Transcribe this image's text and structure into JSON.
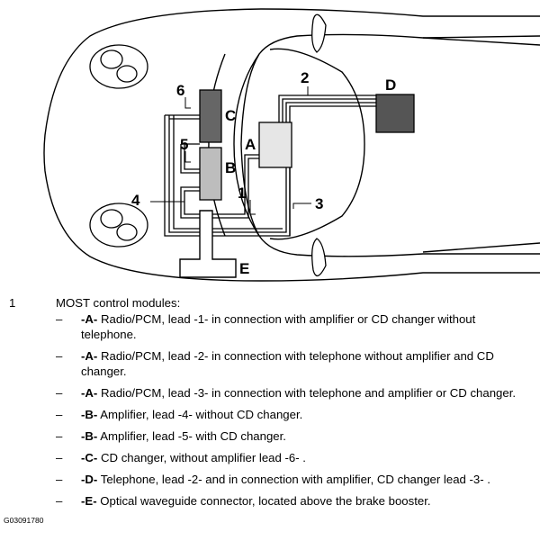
{
  "callouts": {
    "n1": "1",
    "n2": "2",
    "n3": "3",
    "n4": "4",
    "n5": "5",
    "n6": "6",
    "A": "A",
    "B": "B",
    "C": "C",
    "D": "D",
    "E": "E"
  },
  "legend": {
    "number": "1",
    "heading": "MOST control modules:",
    "items": [
      {
        "code": "-A-",
        "text": " Radio/PCM, lead -1- in connection with amplifier or CD changer without telephone."
      },
      {
        "code": "-A-",
        "text": " Radio/PCM, lead -2- in connection with telephone without amplifier and CD changer."
      },
      {
        "code": "-A-",
        "text": " Radio/PCM, lead -3- in connection with telephone and amplifier or CD changer."
      },
      {
        "code": "-B-",
        "text": " Amplifier, lead -4- without CD changer."
      },
      {
        "code": "-B-",
        "text": " Amplifier, lead -5- with CD changer."
      },
      {
        "code": "-C-",
        "text": " CD changer, without amplifier lead -6- ."
      },
      {
        "code": "-D-",
        "text": " Telephone, lead -2- and in connection with amplifier, CD changer lead -3- ."
      },
      {
        "code": "-E-",
        "text": " Optical waveguide connector, located above the brake booster."
      }
    ],
    "dash": "–"
  },
  "figure_id": "G03091780",
  "colors": {
    "module_dark": "#666666",
    "module_light": "#bdbdbd",
    "module_lighter": "#e6e6e6",
    "telephone": "#555555"
  }
}
